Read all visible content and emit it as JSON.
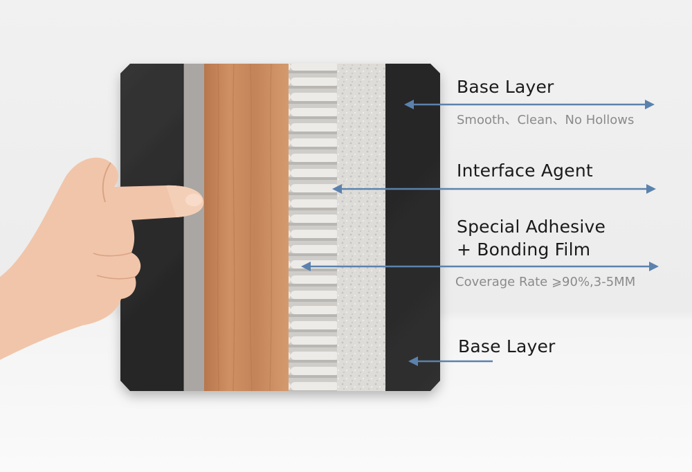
{
  "colors": {
    "arrow": "#5b82ad",
    "slab": "#2b2b2b",
    "wood": "#c9875b",
    "gray_strip": "#a9a6a3",
    "mortar": "#dedcd8",
    "text_primary": "#1a1a1a",
    "text_secondary": "#8a8a8a"
  },
  "labels": [
    {
      "title": "Base Layer",
      "subtitle": "Smooth、Clean、No Hollows"
    },
    {
      "title": "Interface Agent"
    },
    {
      "title_lines": [
        "Special Adhesive",
        "+ Bonding Film"
      ],
      "subtitle": "Coverage Rate ⩾90%,3-5MM"
    },
    {
      "title": "Base Layer"
    }
  ],
  "icons": [
    "arrow-icon",
    "hand-icon"
  ]
}
